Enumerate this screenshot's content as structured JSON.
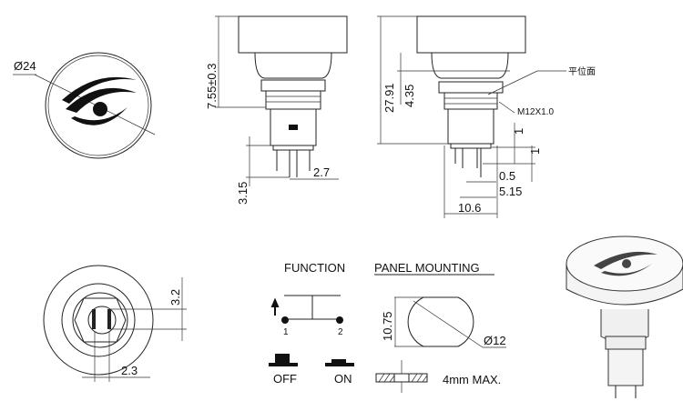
{
  "top_view": {
    "diameter_label": "Ø24"
  },
  "side_view_left": {
    "height_label": "7.55±0.3",
    "pin_length_label": "3.15",
    "pin_spacing_label": "2.7"
  },
  "side_view_right": {
    "total_height_label": "27.91",
    "dome_height_label": "4.35",
    "flat_face_label": "平位面",
    "thread_label": "M12X1.0",
    "pin_step_label_1": "1",
    "pin_step_label_2": "1",
    "pin_width_label": "0.5",
    "pin_offset_label": "5.15",
    "body_width_label": "10.6"
  },
  "bottom_view": {
    "offset_label": "3.2",
    "pin_label": "2.3"
  },
  "function": {
    "title": "FUNCTION",
    "terminal_1": "1",
    "terminal_2": "2",
    "off_label": "OFF",
    "on_label": "ON"
  },
  "panel_mounting": {
    "title": "PANEL MOUNTING",
    "flat_label": "10.75",
    "hole_label": "Ø12",
    "thickness_label": "4mm MAX."
  }
}
